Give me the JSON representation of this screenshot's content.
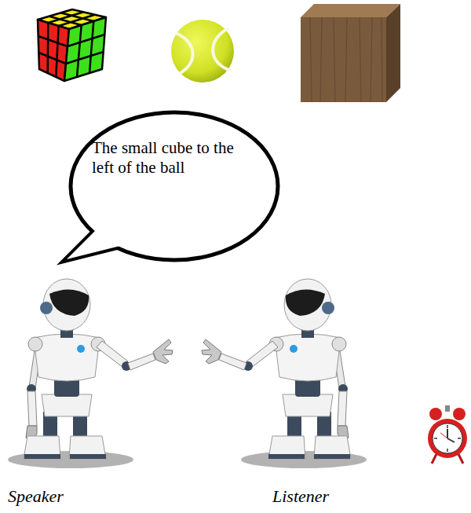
{
  "diagram": {
    "nodes": [
      {
        "text": [
          "The small cube to the left of the ball"
        ]
      }
    ],
    "labels": [
      "Speaker",
      "Listener"
    ]
  }
}
